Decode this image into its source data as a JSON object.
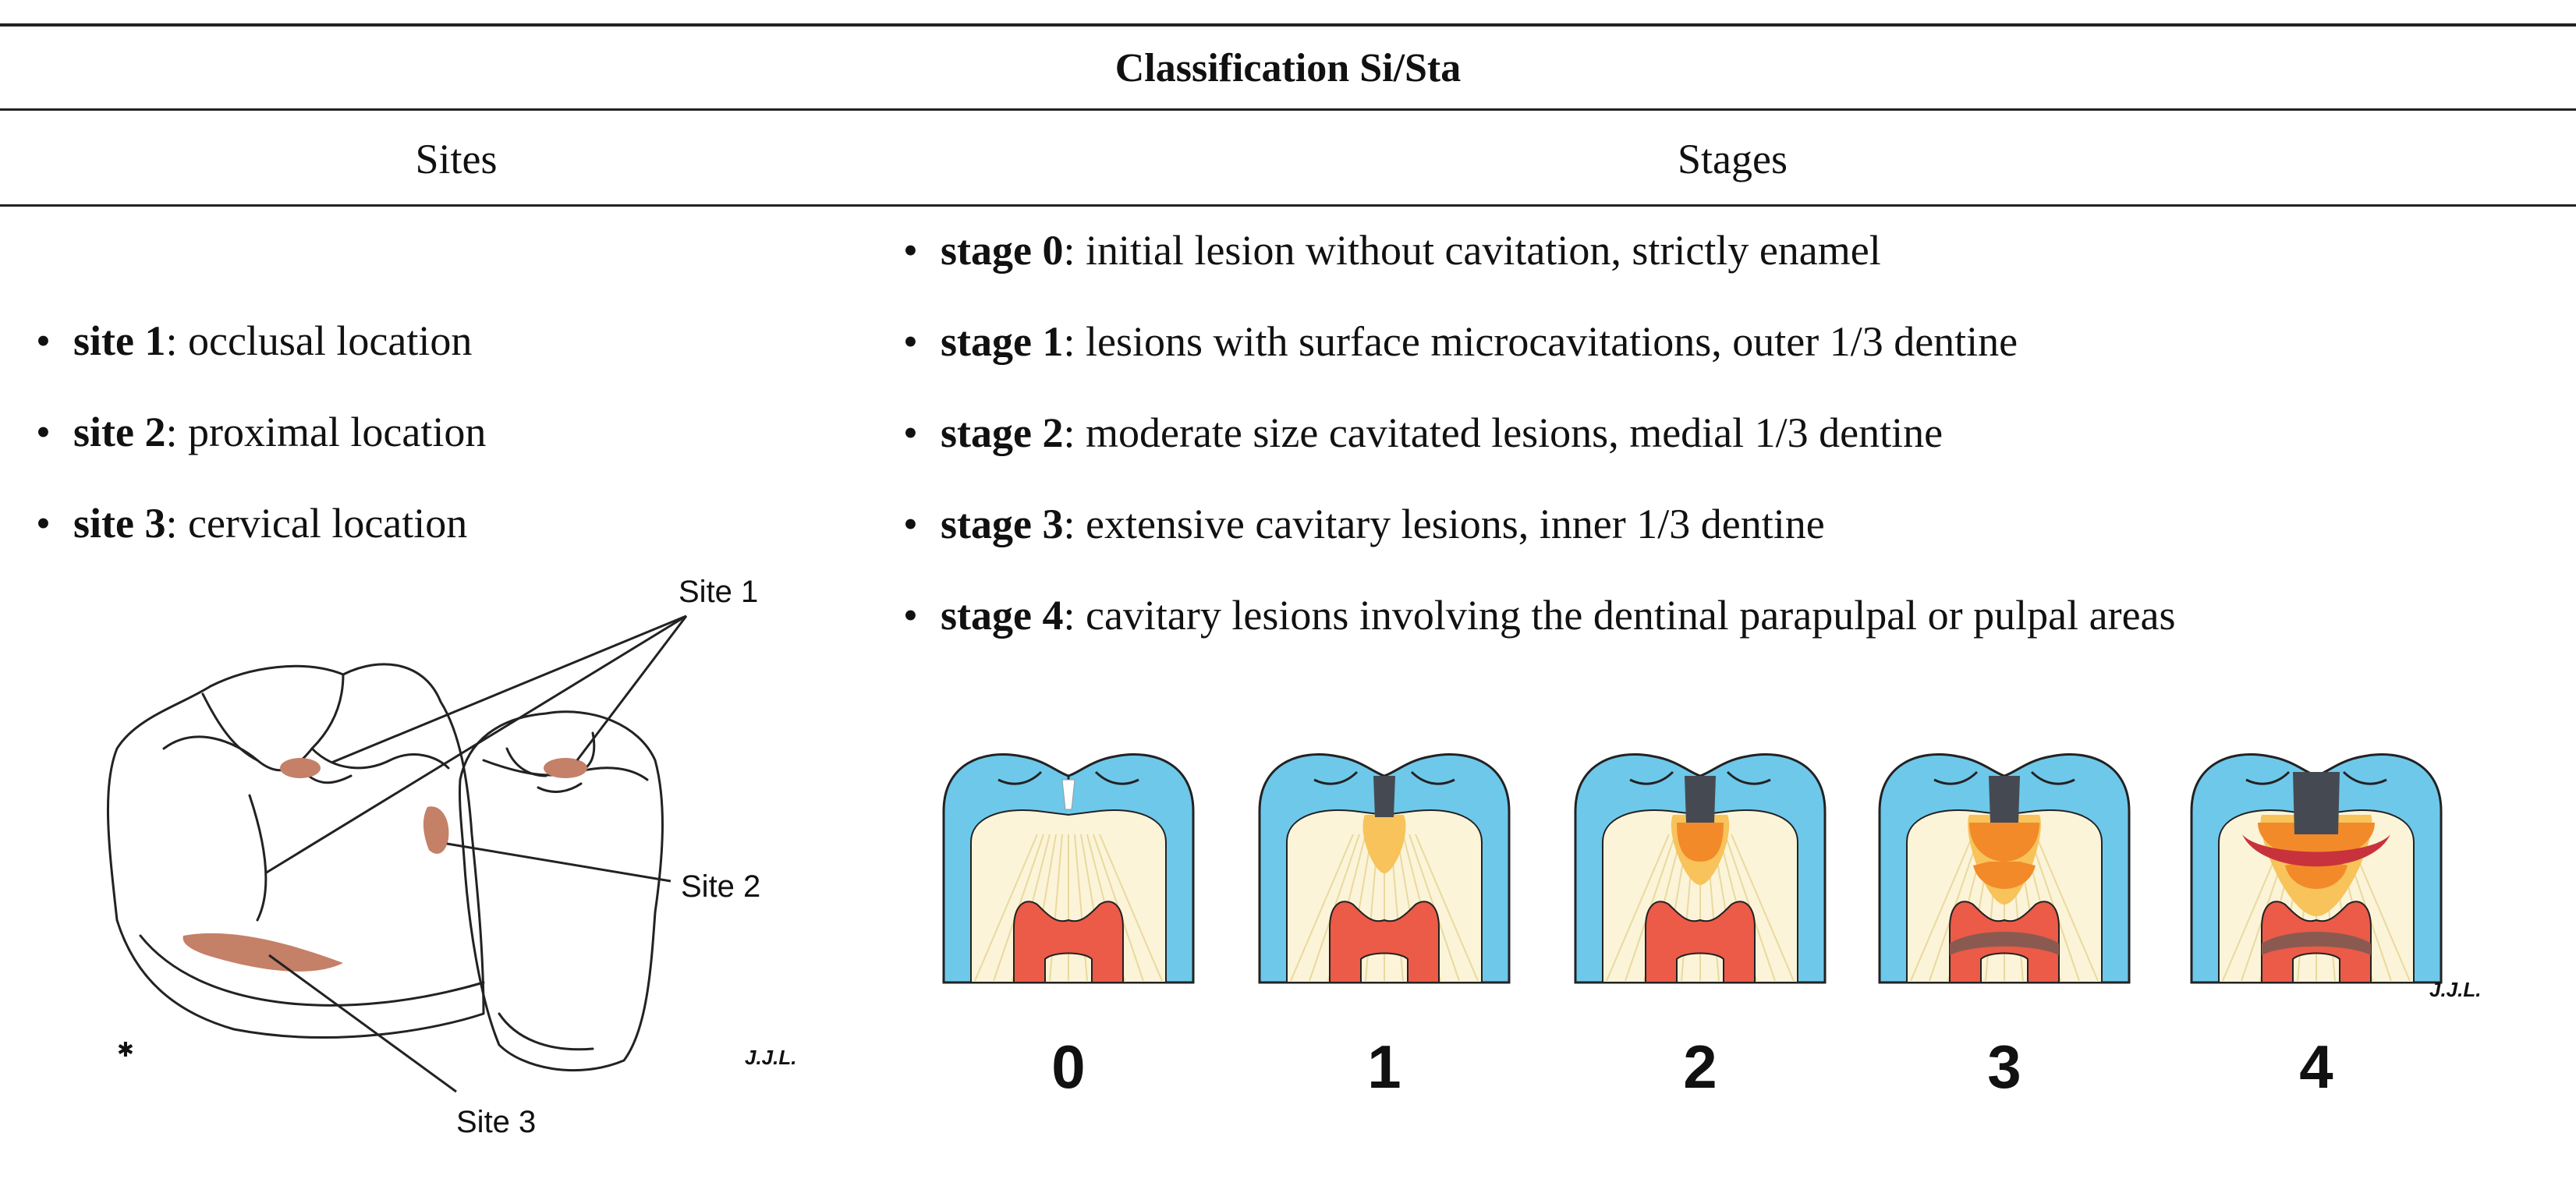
{
  "table": {
    "title": "Classification Si/Sta",
    "headers": {
      "sites": "Sites",
      "stages": "Stages"
    },
    "sites": [
      {
        "term": "site 1",
        "desc": ": occlusal location"
      },
      {
        "term": "site 2",
        "desc": ": proximal location"
      },
      {
        "term": "site 3",
        "desc": ": cervical location"
      }
    ],
    "stages": [
      {
        "term": "stage 0",
        "desc": ": initial lesion without cavitation, strictly enamel"
      },
      {
        "term": "stage 1",
        "desc": ": lesions with surface microcavitations, outer 1/3 dentine"
      },
      {
        "term": "stage 2",
        "desc": ": moderate size cavitated lesions, medial 1/3 dentine"
      },
      {
        "term": "stage 3",
        "desc": ": extensive cavitary lesions, inner 1/3 dentine"
      },
      {
        "term": "stage 4",
        "desc": ": cavitary lesions involving the dentinal parapulpal or pulpal areas"
      }
    ]
  },
  "sites_figure": {
    "labels": {
      "site1": "Site 1",
      "site2": "Site 2",
      "site3": "Site 3"
    },
    "signature": "J.J.L."
  },
  "stages_figure": {
    "numbers": [
      "0",
      "1",
      "2",
      "3",
      "4"
    ],
    "signature": "J.J.L."
  },
  "colors": {
    "enamel": "#6ec8ea",
    "dentine": "#fbf4d8",
    "pulp": "#ec5a48",
    "lesion_light": "#f7c35a",
    "lesion_orange": "#f28a2a",
    "lesion_red": "#c8323c",
    "cavity": "#454a52",
    "site_lesion": "#c58068"
  }
}
